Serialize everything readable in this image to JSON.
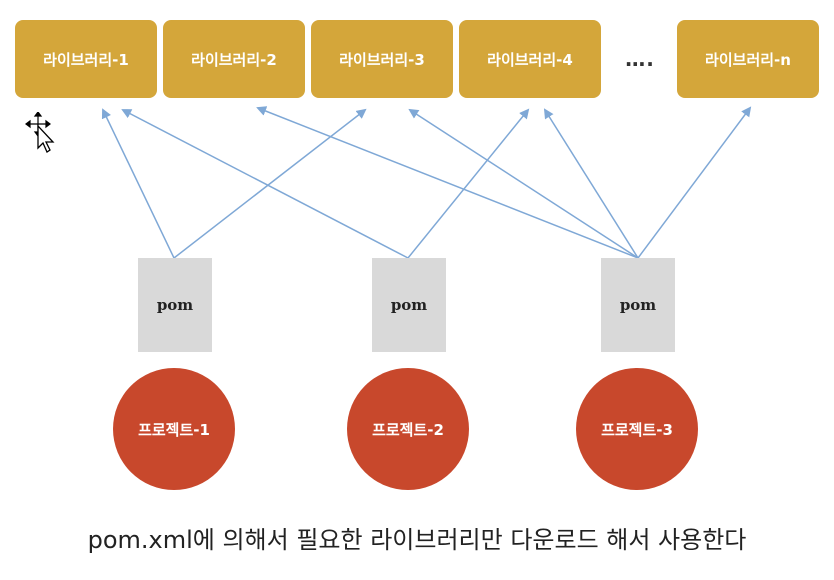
{
  "libraries": [
    {
      "label": "라이브러리-1"
    },
    {
      "label": "라이브러리-2"
    },
    {
      "label": "라이브러리-3"
    },
    {
      "label": "라이브러리-4"
    },
    {
      "label": "라이브러리-n"
    }
  ],
  "ellipsis": "….",
  "poms": [
    {
      "label": "pom"
    },
    {
      "label": "pom"
    },
    {
      "label": "pom"
    }
  ],
  "projects": [
    {
      "label": "프로젝트-1"
    },
    {
      "label": "프로젝트-2"
    },
    {
      "label": "프로젝트-3"
    }
  ],
  "caption": "pom.xml에 의해서 필요한 라이브러리만 다운로드 해서 사용한다",
  "colors": {
    "library": "#d4a63a",
    "pom": "#d9d9d9",
    "project": "#c8482c",
    "arrow": "#7fa8d6"
  },
  "icons": {
    "cursor": "move-cursor-icon"
  }
}
